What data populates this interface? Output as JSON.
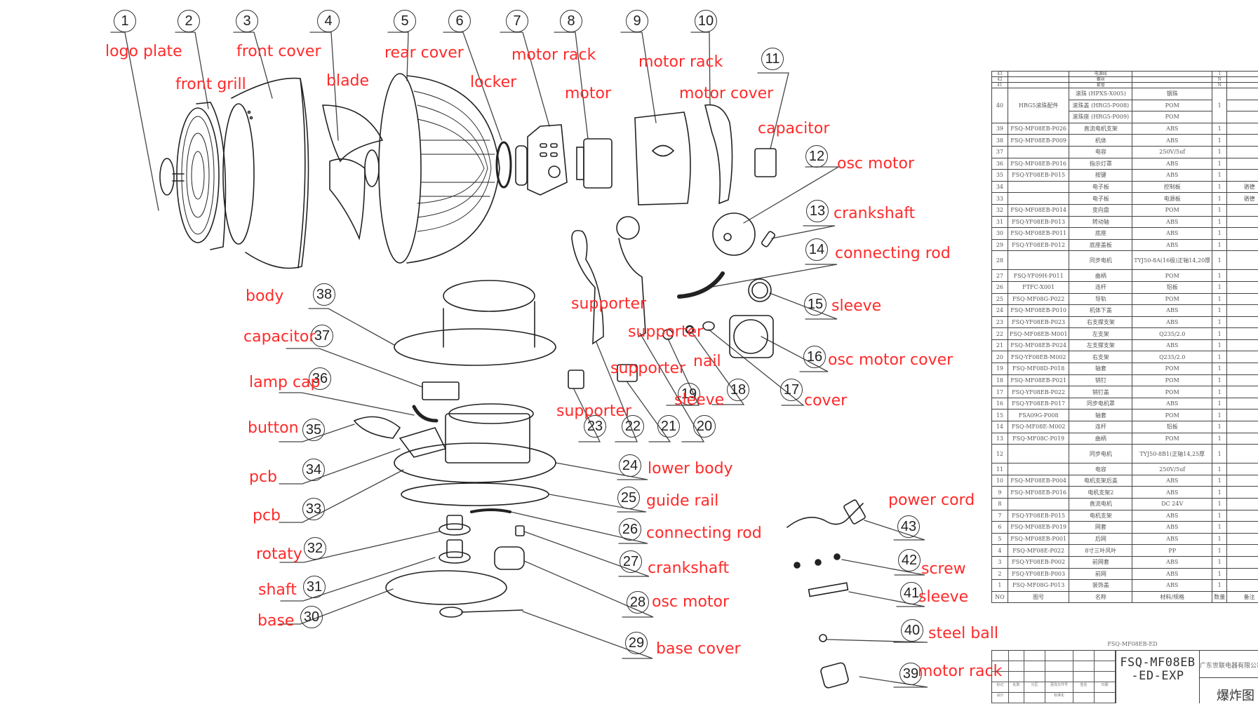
{
  "diagram": {
    "title": "Fan exploded view",
    "callouts": [
      {
        "num": "1",
        "label": "logo plate"
      },
      {
        "num": "2",
        "label": "front grill"
      },
      {
        "num": "3",
        "label": "front cover"
      },
      {
        "num": "4",
        "label": "blade"
      },
      {
        "num": "5",
        "label": "rear cover"
      },
      {
        "num": "6",
        "label": "locker"
      },
      {
        "num": "7",
        "label": "motor rack"
      },
      {
        "num": "8",
        "label": "motor"
      },
      {
        "num": "9",
        "label": "motor rack"
      },
      {
        "num": "10",
        "label": "motor cover"
      },
      {
        "num": "11",
        "label": "capacitor"
      },
      {
        "num": "12",
        "label": "osc motor"
      },
      {
        "num": "13",
        "label": "crankshaft"
      },
      {
        "num": "14",
        "label": "connecting rod"
      },
      {
        "num": "15",
        "label": "sleeve"
      },
      {
        "num": "16",
        "label": "osc motor cover"
      },
      {
        "num": "17",
        "label": "cover"
      },
      {
        "num": "18",
        "label": "nail"
      },
      {
        "num": "19",
        "label": "sleeve"
      },
      {
        "num": "20",
        "label": "supporter"
      },
      {
        "num": "21",
        "label": "supporter"
      },
      {
        "num": "22",
        "label": "supporter"
      },
      {
        "num": "23",
        "label": "supporter"
      },
      {
        "num": "24",
        "label": "lower body"
      },
      {
        "num": "25",
        "label": "guide rail"
      },
      {
        "num": "26",
        "label": "connecting rod"
      },
      {
        "num": "27",
        "label": "crankshaft"
      },
      {
        "num": "28",
        "label": "osc motor"
      },
      {
        "num": "29",
        "label": "base cover"
      },
      {
        "num": "30",
        "label": "base"
      },
      {
        "num": "31",
        "label": "shaft"
      },
      {
        "num": "32",
        "label": "rotaty"
      },
      {
        "num": "33",
        "label": "pcb"
      },
      {
        "num": "34",
        "label": "pcb"
      },
      {
        "num": "35",
        "label": "button"
      },
      {
        "num": "36",
        "label": "lamp cap"
      },
      {
        "num": "37",
        "label": "capacitor"
      },
      {
        "num": "38",
        "label": "body"
      },
      {
        "num": "39",
        "label": "motor rack"
      },
      {
        "num": "40",
        "label": "steel ball"
      },
      {
        "num": "41",
        "label": "sleeve"
      },
      {
        "num": "42",
        "label": "screw"
      },
      {
        "num": "43",
        "label": "power cord"
      }
    ]
  },
  "bom": {
    "header": {
      "no": "NO",
      "drawing_no": "图号",
      "name": "名称",
      "material": "材料/规格",
      "qty": "数量",
      "note": "备注"
    },
    "rows": [
      {
        "no": "43",
        "drawing_no": "",
        "name": "电源线",
        "material": "",
        "qty": "1",
        "note": "",
        "thin": true
      },
      {
        "no": "42",
        "drawing_no": "",
        "name": "螺丝",
        "material": "",
        "qty": "N",
        "note": "",
        "thin": true
      },
      {
        "no": "41",
        "drawing_no": "",
        "name": "套管",
        "material": "",
        "qty": "N",
        "note": "",
        "thin": true
      },
      {
        "no": "40",
        "drawing_no": "HRG5滚珠配件",
        "name": "滚珠 (HPXS-X005)",
        "material": "钢珠",
        "qty": "1",
        "note": "",
        "group": "start"
      },
      {
        "no": "",
        "drawing_no": "",
        "name": "滚珠盖 (HRG5-P008)",
        "material": "POM",
        "qty": "",
        "note": "",
        "group": "mid"
      },
      {
        "no": "",
        "drawing_no": "",
        "name": "滚珠座 (HRG5-P009)",
        "material": "POM",
        "qty": "",
        "note": "",
        "group": "end"
      },
      {
        "no": "39",
        "drawing_no": "FSQ-MF08EB-P026",
        "name": "直流电机支架",
        "material": "ABS",
        "qty": "1",
        "note": ""
      },
      {
        "no": "38",
        "drawing_no": "FSQ-MF08EB-P009",
        "name": "机体",
        "material": "ABS",
        "qty": "1",
        "note": ""
      },
      {
        "no": "37",
        "drawing_no": "",
        "name": "电容",
        "material": "250V/5uf",
        "qty": "1",
        "note": ""
      },
      {
        "no": "36",
        "drawing_no": "FSQ-MF08EB-P016",
        "name": "指示灯罩",
        "material": "ABS",
        "qty": "1",
        "note": ""
      },
      {
        "no": "35",
        "drawing_no": "FSQ-YF08EB-P015",
        "name": "按键",
        "material": "ABS",
        "qty": "1",
        "note": ""
      },
      {
        "no": "34",
        "drawing_no": "",
        "name": "电子板",
        "material": "控制板",
        "qty": "1",
        "note": "骆德"
      },
      {
        "no": "33",
        "drawing_no": "",
        "name": "电子板",
        "material": "电源板",
        "qty": "1",
        "note": "骆德"
      },
      {
        "no": "32",
        "drawing_no": "FSQ-MF08EB-P014",
        "name": "变向盘",
        "material": "POM",
        "qty": "1",
        "note": ""
      },
      {
        "no": "31",
        "drawing_no": "FSQ-YF08EB-P013",
        "name": "转动轴",
        "material": "ABS",
        "qty": "1",
        "note": ""
      },
      {
        "no": "30",
        "drawing_no": "FSQ-MF08EB-P011",
        "name": "底座",
        "material": "ABS",
        "qty": "1",
        "note": ""
      },
      {
        "no": "29",
        "drawing_no": "FSQ-YF08EB-P012",
        "name": "底座盖板",
        "material": "ABS",
        "qty": "1",
        "note": ""
      },
      {
        "no": "28",
        "drawing_no": "",
        "name": "同步电机",
        "material": "TYJ50-8A(16极)正轴14,20厚",
        "qty": "1",
        "note": "",
        "tall": true
      },
      {
        "no": "27",
        "drawing_no": "FSQ-YF09H-P011",
        "name": "曲柄",
        "material": "POM",
        "qty": "1",
        "note": ""
      },
      {
        "no": "26",
        "drawing_no": "FTFC-X001",
        "name": "连杆",
        "material": "铝板",
        "qty": "1",
        "note": ""
      },
      {
        "no": "25",
        "drawing_no": "FSQ-MF08G-P022",
        "name": "导轨",
        "material": "POM",
        "qty": "1",
        "note": ""
      },
      {
        "no": "24",
        "drawing_no": "FSQ-MF08EB-P010",
        "name": "机体下盖",
        "material": "ABS",
        "qty": "1",
        "note": ""
      },
      {
        "no": "23",
        "drawing_no": "FSQ-YF08EB-P023",
        "name": "右支撑支架",
        "material": "ABS",
        "qty": "1",
        "note": ""
      },
      {
        "no": "22",
        "drawing_no": "FSQ-MF08EB-M001",
        "name": "左支架",
        "material": "Q235/2.0",
        "qty": "1",
        "note": ""
      },
      {
        "no": "21",
        "drawing_no": "FSQ-MF08EB-P024",
        "name": "左支撑支架",
        "material": "ABS",
        "qty": "1",
        "note": ""
      },
      {
        "no": "20",
        "drawing_no": "FSQ-YF08EB-M002",
        "name": "右支架",
        "material": "Q235/2.0",
        "qty": "1",
        "note": ""
      },
      {
        "no": "19",
        "drawing_no": "FSQ-MF08D-P018",
        "name": "轴套",
        "material": "POM",
        "qty": "1",
        "note": ""
      },
      {
        "no": "18",
        "drawing_no": "FSQ-MF08EB-P021",
        "name": "销钉",
        "material": "POM",
        "qty": "1",
        "note": ""
      },
      {
        "no": "17",
        "drawing_no": "FSQ-YF08EB-P022",
        "name": "销钉盖",
        "material": "POM",
        "qty": "1",
        "note": ""
      },
      {
        "no": "16",
        "drawing_no": "FSQ-YF08EB-P017",
        "name": "同步电机罩",
        "material": "ABS",
        "qty": "1",
        "note": ""
      },
      {
        "no": "15",
        "drawing_no": "FSA09G-P008",
        "name": "轴套",
        "material": "POM",
        "qty": "1",
        "note": ""
      },
      {
        "no": "14",
        "drawing_no": "FSQ-MF08E-M002",
        "name": "连杆",
        "material": "铝板",
        "qty": "1",
        "note": ""
      },
      {
        "no": "13",
        "drawing_no": "FSQ-MF08C-P019",
        "name": "曲柄",
        "material": "POM",
        "qty": "1",
        "note": ""
      },
      {
        "no": "12",
        "drawing_no": "",
        "name": "同步电机",
        "material": "TYJ50-8B1(正轴14,25厚",
        "qty": "1",
        "note": "",
        "tall": true
      },
      {
        "no": "11",
        "drawing_no": "",
        "name": "电容",
        "material": "250V/5uf",
        "qty": "1",
        "note": ""
      },
      {
        "no": "10",
        "drawing_no": "FSQ-MF08EB-P004",
        "name": "电机支架后盖",
        "material": "ABS",
        "qty": "1",
        "note": ""
      },
      {
        "no": "9",
        "drawing_no": "FSQ-MF08EB-P016",
        "name": "电机支架2",
        "material": "ABS",
        "qty": "1",
        "note": ""
      },
      {
        "no": "8",
        "drawing_no": "",
        "name": "直流电机",
        "material": "DC 24V",
        "qty": "1",
        "note": ""
      },
      {
        "no": "7",
        "drawing_no": "FSQ-YF08EB-P015",
        "name": "电机支架",
        "material": "ABS",
        "qty": "1",
        "note": ""
      },
      {
        "no": "6",
        "drawing_no": "FSQ-MF08EB-P019",
        "name": "网套",
        "material": "ABS",
        "qty": "1",
        "note": ""
      },
      {
        "no": "5",
        "drawing_no": "FSQ-MF08EB-P001",
        "name": "后网",
        "material": "ABS",
        "qty": "1",
        "note": ""
      },
      {
        "no": "4",
        "drawing_no": "FSQ-MF08E-P022",
        "name": "8寸三叶风叶",
        "material": "PP",
        "qty": "1",
        "note": ""
      },
      {
        "no": "3",
        "drawing_no": "FSQ-YF08EB-P002",
        "name": "前网套",
        "material": "ABS",
        "qty": "1",
        "note": ""
      },
      {
        "no": "2",
        "drawing_no": "FSQ-YF08EB-P003",
        "name": "前网",
        "material": "ABS",
        "qty": "1",
        "note": ""
      },
      {
        "no": "1",
        "drawing_no": "FSQ-MF08G-P013",
        "name": "装饰盖",
        "material": "ABS",
        "qty": "1",
        "note": ""
      }
    ],
    "model": "FSQ-MF08EB-ED"
  },
  "title_block": {
    "drawing_code_line1": "FSQ-MF08EB",
    "drawing_code_line2": "-ED-EXP",
    "company": "广东世联电器有限公司",
    "drawing_type": "爆炸图",
    "grid_labels": [
      "标记",
      "处数",
      "分区",
      "更改文件号",
      "签名",
      "日期",
      "设计",
      "标准化"
    ]
  }
}
